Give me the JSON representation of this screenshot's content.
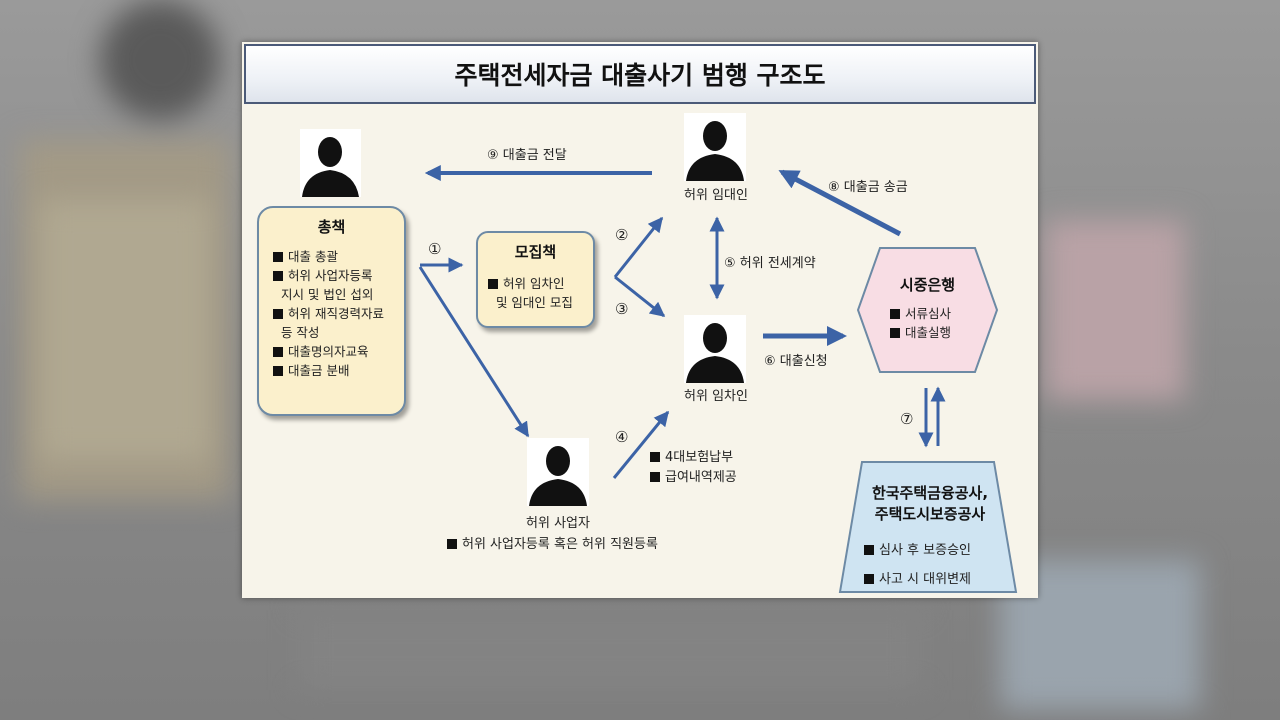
{
  "title": "주택전세자금 대출사기 범행 구조도",
  "nodes": {
    "chongchaek": {
      "title": "총책",
      "items": [
        "대출 총괄",
        "허위 사업자등록\n  지시 및 법인 섭외",
        "허위 재직경력자료\n  등 작성",
        "대출명의자교육",
        "대출금 분배"
      ]
    },
    "mojipchaek": {
      "title": "모집책",
      "items": [
        "허위 임차인\n  및 임대인 모집"
      ]
    },
    "landlord": {
      "label": "허위 임대인"
    },
    "tenant": {
      "label": "허위 임차인"
    },
    "business": {
      "label": "허위 사업자",
      "items": [
        "허위 사업자등록 혹은 허위 직원등록"
      ]
    },
    "bank": {
      "title": "시중은행",
      "items": [
        "서류심사",
        "대출실행"
      ]
    },
    "guarantor": {
      "title_line1": "한국주택금융공사,",
      "title_line2": "주택도시보증공사",
      "items": [
        "심사 후 보증승인",
        "사고 시 대위변제"
      ]
    }
  },
  "steps": {
    "s1": "①",
    "s2": "②",
    "s3": "③",
    "s4": "④",
    "s4_items": [
      "4대보험납부",
      "급여내역제공"
    ],
    "s5": "⑤ 허위 전세계약",
    "s6": "⑥ 대출신청",
    "s7": "⑦",
    "s8": "⑧ 대출금 송금",
    "s9": "⑨ 대출금 전달"
  },
  "colors": {
    "arrow": "#3c63a6",
    "box_fill": "#fbf0cc",
    "bank_fill": "#f8dde4",
    "guarantor_fill": "#cfe4f2",
    "border": "#6d8aa5"
  }
}
